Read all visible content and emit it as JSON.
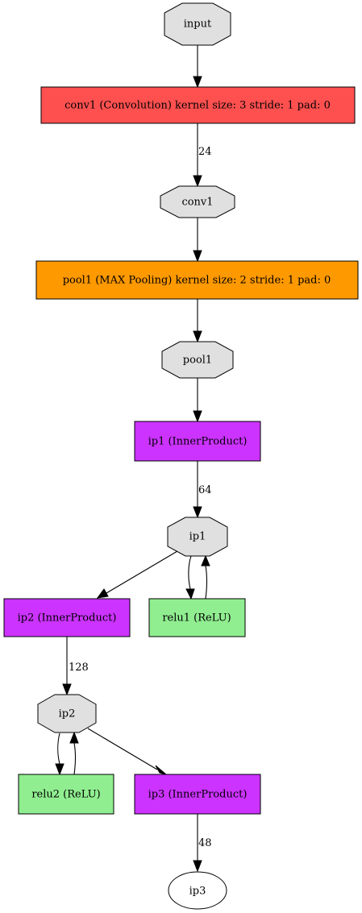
{
  "colors": {
    "blob": "#e0e0e0",
    "convolution": "#ff5050",
    "pooling": "#ff9900",
    "inner_product": "#cc33ff",
    "relu": "#90ee90",
    "output": "#ffffff",
    "stroke": "#000000"
  },
  "nodes": {
    "input": "input",
    "conv1_layer": "conv1 (Convolution) kernel size: 3 stride: 1 pad: 0",
    "conv1_blob": "conv1",
    "pool1_layer": "pool1 (MAX Pooling) kernel size: 2 stride: 1 pad: 0",
    "pool1_blob": "pool1",
    "ip1_layer": "ip1 (InnerProduct)",
    "ip1_blob": "ip1",
    "ip2_layer": "ip2 (InnerProduct)",
    "relu1_layer": "relu1 (ReLU)",
    "ip2_blob": "ip2",
    "relu2_layer": "relu2 (ReLU)",
    "ip3_layer": "ip3 (InnerProduct)",
    "ip3_blob": "ip3"
  },
  "edges": {
    "conv1_out": "24",
    "ip1_out": "64",
    "ip2_out": "128",
    "ip3_out": "48"
  }
}
